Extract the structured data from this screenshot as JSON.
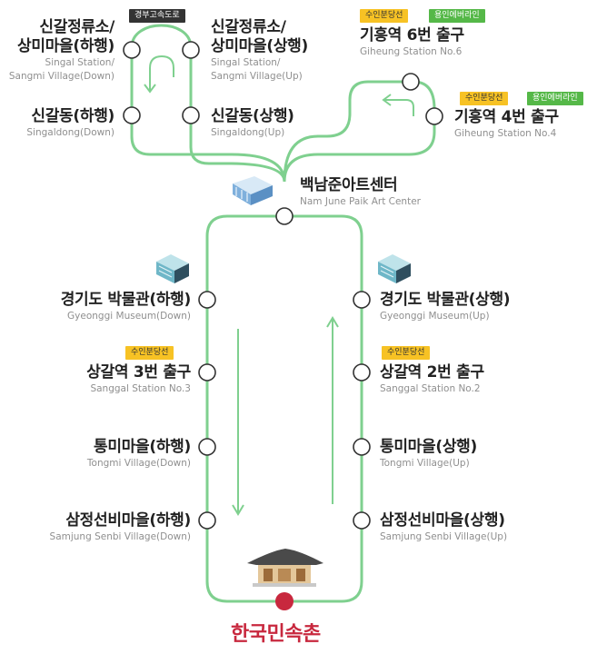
{
  "colors": {
    "route": "#7fd08f",
    "destination": "#c8283e",
    "suin_bundang_line": "#f7c224",
    "yongin_everline": "#55b848",
    "expressway": "#333333"
  },
  "badges": {
    "expressway": "경부고속도로",
    "suin_bundang": "수인분당선",
    "yongin_everline": "용인에버라인"
  },
  "stops": {
    "singal_sangmi_down": {
      "ko_line1": "신갈정류소/",
      "ko_line2": "상미마을(하행)",
      "en_line1": "Singal Station/",
      "en_line2": "Sangmi Village(Down)"
    },
    "singal_sangmi_up": {
      "ko_line1": "신갈정류소/",
      "ko_line2": "상미마을(상행)",
      "en_line1": "Singal Station/",
      "en_line2": "Sangmi Village(Up)"
    },
    "singaldong_down": {
      "ko": "신갈동(하행)",
      "en": "Singaldong(Down)"
    },
    "singaldong_up": {
      "ko": "신갈동(상행)",
      "en": "Singaldong(Up)"
    },
    "giheung_exit6": {
      "ko": "기흥역 6번 출구",
      "en": "Giheung Station No.6"
    },
    "giheung_exit4": {
      "ko": "기흥역 4번 출구",
      "en": "Giheung Station No.4"
    },
    "nam_june_paik": {
      "ko": "백남준아트센터",
      "en": "Nam June Paik Art Center"
    },
    "gyeonggi_museum_down": {
      "ko": "경기도 박물관(하행)",
      "en": "Gyeonggi Museum(Down)"
    },
    "gyeonggi_museum_up": {
      "ko": "경기도 박물관(상행)",
      "en": "Gyeonggi Museum(Up)"
    },
    "sanggal_exit3": {
      "ko": "상갈역 3번 출구",
      "en": "Sanggal Station No.3"
    },
    "sanggal_exit2": {
      "ko": "상갈역 2번 출구",
      "en": "Sanggal Station No.2"
    },
    "tongmi_down": {
      "ko": "통미마을(하행)",
      "en": "Tongmi Village(Down)"
    },
    "tongmi_up": {
      "ko": "통미마을(상행)",
      "en": "Tongmi Village(Up)"
    },
    "samjung_down": {
      "ko": "삼정선비마을(하행)",
      "en": "Samjung Senbi Village(Down)"
    },
    "samjung_up": {
      "ko": "삼정선비마을(상행)",
      "en": "Samjung Senbi Village(Up)"
    }
  },
  "destination": "한국민속촌",
  "icons": [
    "art-center-building-icon",
    "museum-building-icon",
    "hanok-village-icon",
    "direction-arrow-icon"
  ]
}
